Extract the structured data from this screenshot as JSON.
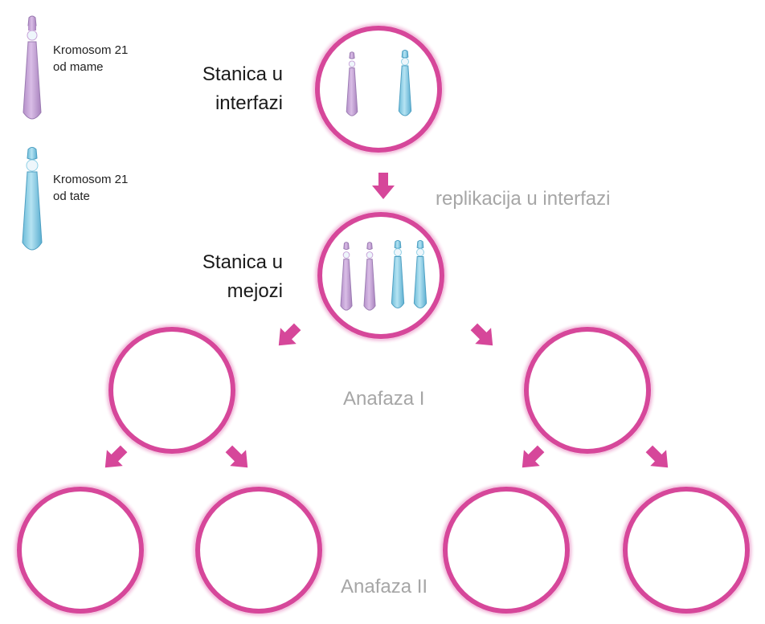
{
  "colors": {
    "cell_ring": "#d6479a",
    "cell_glow": "#f3c3df",
    "arrow": "#d6479a",
    "maternal": "#c7a2d8",
    "maternal_edge": "#9b7bb2",
    "paternal": "#8fd0e6",
    "paternal_edge": "#4d9fc2",
    "centromere": "#eef6fb"
  },
  "legend": {
    "maternal_label": "Kromosom 21\nod mame",
    "paternal_label": "Kromosom 21\nod tate"
  },
  "labels": {
    "interphase_cell": "Stanica u\ninterfazi",
    "meiosis_cell": "Stanica u\nmejozi",
    "replication": "replikacija u interfazi",
    "anaphase_1": "Anafaza I",
    "anaphase_2": "Anafaza II"
  },
  "icons": [
    "pink-arrow-icon",
    "maternal-chromosome-icon",
    "paternal-chromosome-icon"
  ]
}
